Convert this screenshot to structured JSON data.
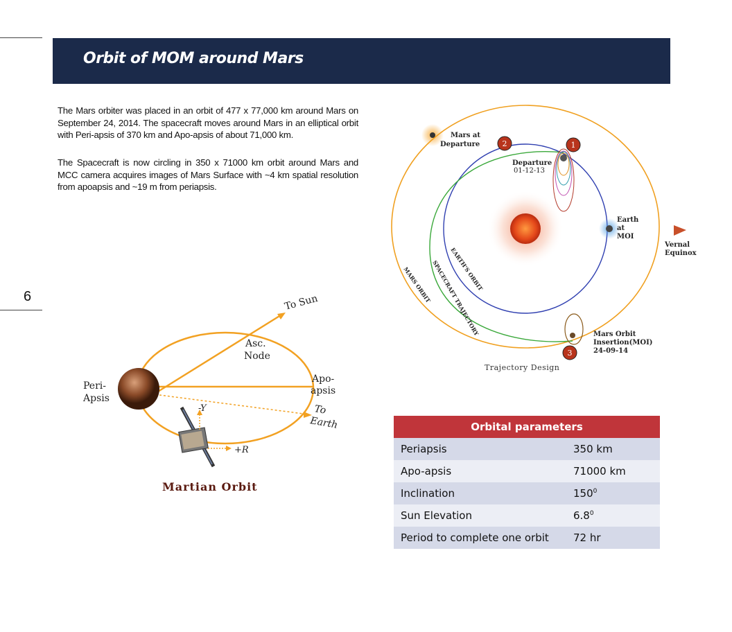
{
  "page": {
    "number": "6"
  },
  "header": {
    "title": "Orbit of MOM around Mars"
  },
  "body_text": [
    "The Mars orbiter was placed in an orbit of 477 x 77,000 km around Mars on September 24, 2014. The spacecraft moves around Mars in an elliptical orbit with Peri-apsis of 370 km and Apo-apsis of about 71,000 km.",
    "The Spacecraft is now circling in 350 x 71000 km orbit around Mars and MCC camera acquires images of Mars Surface with ~4 km spatial resolution from apoapsis and  ~19 m from periapsis."
  ],
  "trajectory_figure": {
    "mars_at_departure": [
      "Mars at",
      "Departure"
    ],
    "departure": [
      "Departure",
      "01-12-13"
    ],
    "earth_at_moi": [
      "Earth",
      "at",
      "MOI"
    ],
    "vernal_equinox": [
      "Vernal",
      "Equinox"
    ],
    "moi": [
      "Mars Orbit",
      "Insertion(MOI)",
      "24-09-14"
    ],
    "earths_orbit": "EARTH'S ORBIT",
    "spacecraft_trajectory": "SPACECRAFT TRAJECTORY",
    "mars_orbit": "MARS ORBIT",
    "markers": [
      "1",
      "2",
      "3"
    ],
    "caption": "Trajectory Design",
    "colors": {
      "mars_orbit": "#f0a020",
      "earth_orbit": "#2f3fb0",
      "spacecraft": "#3aa83a",
      "marker": "#b8341c",
      "sun": "#e0451c"
    }
  },
  "martian_figure": {
    "to_sun": "To Sun",
    "asc_node": [
      "Asc.",
      "Node"
    ],
    "peri": [
      "Peri-",
      "Apsis"
    ],
    "apo": [
      "Apo-",
      "apsis"
    ],
    "to_earth": [
      "To",
      "Earth"
    ],
    "minus_y": "-Y",
    "plus_r": "+R",
    "caption": "Martian Orbit",
    "colors": {
      "orbit": "#f2a122",
      "caption": "#5a1a10"
    }
  },
  "table": {
    "header": "Orbital parameters",
    "rows": [
      {
        "label": "Periapsis",
        "value": "350 km"
      },
      {
        "label": "Apo-apsis",
        "value": "71000 km"
      },
      {
        "label": "Inclination",
        "value": "150",
        "sup": "0"
      },
      {
        "label": "Sun Elevation",
        "value": "6.8",
        "sup": "0"
      },
      {
        "label": "Period to complete one orbit",
        "value": "72 hr"
      }
    ],
    "colors": {
      "header_bg": "#c0353a",
      "row_dark": "#d5d9e8",
      "row_light": "#eceef5"
    }
  }
}
